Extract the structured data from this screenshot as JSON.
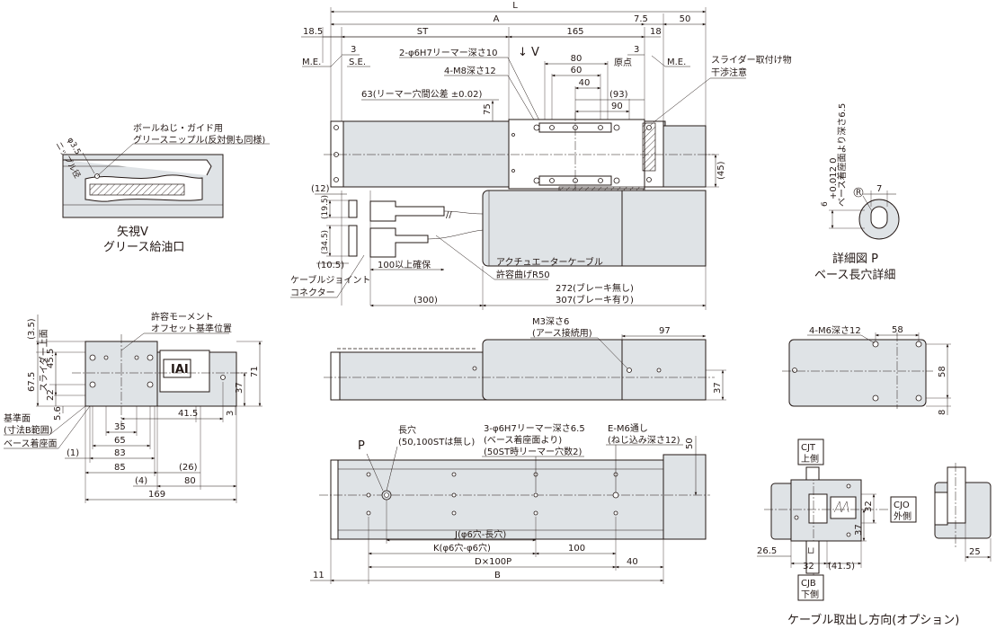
{
  "top_dims": {
    "L": "L",
    "A": "A",
    "d_7_5": "7.5",
    "d_50": "50",
    "d_18_5": "18.5",
    "ST": "ST",
    "d_165": "165",
    "d_18": "18",
    "d_3_left": "3",
    "d_3_right": "3",
    "ME_left": "M.E.",
    "SE": "S.E.",
    "ME_right": "M.E.",
    "genten": "原点",
    "v_arrow": "↓ V",
    "reamer2": "2-φ6H7リーマー深さ10",
    "m8": "4-M8深さ12",
    "d_80": "80",
    "d_60": "60",
    "d_40": "40",
    "d_93": "(93)",
    "d_90": "90",
    "reamer_pitch": "63(リーマー穴間公差 ±0.02)",
    "d_75": "75",
    "d_45": "(45)",
    "slider_note_1": "スライダー取付け物",
    "slider_note_2": "干渉注意"
  },
  "cable_dims": {
    "d_12": "(12)",
    "d_19_5": "(19.5)",
    "d_34_5": "(34.5)",
    "d_10_5": "(10.5)",
    "d_100": "100以上確保",
    "d_300": "(300)",
    "cable_label_1": "アクチュエーターケーブル",
    "cable_label_2": "許容曲げR50",
    "joint_label_1": "ケーブルジョイント",
    "joint_label_2": "コネクター",
    "len_1": "272(ブレーキ無し)",
    "len_2": "307(ブレーキ有り)"
  },
  "grease_view": {
    "phi35": "φ3.5",
    "nipple": "ニップル径",
    "note_1": "ボールねじ・ガイド用",
    "note_2": "グリースニップル(反対側も同様)",
    "caption_1": "矢視V",
    "caption_2": "グリース給油口"
  },
  "detail_p": {
    "dim_6": "6",
    "tol": "+0.012 0",
    "note": "ベース着座面より深さ6.5",
    "r": "R",
    "d_7": "7",
    "caption_1": "詳細図 P",
    "caption_2": "ベース長穴詳細"
  },
  "end_view": {
    "d_3_5": "(3.5)",
    "moment_1": "許容モーメント",
    "moment_2": "オフセット基準位置",
    "d_67_5": "67.5",
    "slider_top": "スライダー上面",
    "d_45_5": "45.5",
    "d_22": "22",
    "d_5_6": "5.6",
    "d_37": "37",
    "d_71": "71",
    "d_3": "3",
    "ref_1": "基準面",
    "ref_2": "(寸法B範囲)",
    "base_face": "ベース着座面",
    "d_35": "35",
    "d_41_5": "41.5",
    "d_65": "65",
    "d_1": "(1)",
    "d_83": "83",
    "d_26": "(26)",
    "d_85": "85",
    "d_4": "(4)",
    "d_80": "80",
    "d_169": "169",
    "logo": "IAI"
  },
  "side_view": {
    "m3": "M3深さ6",
    "earth": "(アース接続用)",
    "d_97": "97",
    "d_37": "37"
  },
  "motor_end": {
    "m6": "4-M6深さ12",
    "d_58_h": "58",
    "d_58_v": "58",
    "d_8": "8"
  },
  "bottom_view": {
    "P": "P",
    "slot_1": "長穴",
    "slot_2": "(50,100STは無し)",
    "reamer3_1": "3-φ6H7リーマー深さ6.5",
    "reamer3_2": "(ベース着座面より)",
    "reamer3_3": "(50ST時リーマー穴数2)",
    "em6_1": "E-M6通し",
    "em6_2": "(ねじ込み深さ12)",
    "d_50": "50",
    "J": "J(φ6穴-長穴)",
    "K": "K(φ6穴-φ6穴)",
    "d_100": "100",
    "D": "D×100P",
    "d_40": "40",
    "B": "B",
    "d_11": "11"
  },
  "cable_option": {
    "CJT_1": "CJT",
    "CJT_2": "上側",
    "CJO_1": "CJO",
    "CJO_2": "外側",
    "CJB_1": "CJB",
    "CJB_2": "下側",
    "d_32_v": "32",
    "d_37": "37",
    "d_26_5": "26.5",
    "d_32_h": "32",
    "d_41_5": "(41.5)",
    "d_25": "25",
    "caption": "ケーブル取出し方向(オプション)"
  }
}
